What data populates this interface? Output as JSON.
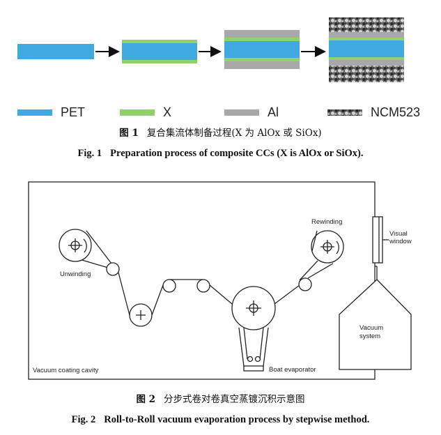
{
  "colors": {
    "pet": "#3fa9e0",
    "x_layer": "#8fd16a",
    "al": "#a8a8a8",
    "ncm_dark": "#3a3a3a",
    "line": "#222222"
  },
  "fig1": {
    "legend": [
      {
        "key": "pet",
        "label": "PET",
        "pattern": "solid-blue"
      },
      {
        "key": "x",
        "label": "X",
        "pattern": "solid-green"
      },
      {
        "key": "al",
        "label": "Al",
        "pattern": "solid-gray"
      },
      {
        "key": "ncm",
        "label": "NCM523",
        "pattern": "granular-texture"
      }
    ],
    "caption_cn_num": "图 1",
    "caption_cn_text": "复合集流体制备过程(X 为 AlOx 或 SiOx)",
    "caption_en_num": "Fig. 1",
    "caption_en_text": "Preparation process of composite CCs (X is AlOx or SiOx)."
  },
  "fig2": {
    "labels": {
      "rewinding": "Rewinding",
      "unwinding": "Unwinding",
      "visual_window": [
        "Visual",
        "window"
      ],
      "vacuum_system": [
        "Vacuum",
        "system"
      ],
      "cavity": "Vacuum coating cavity",
      "boat": "Boat evaporator"
    },
    "caption_cn_num": "图 2",
    "caption_cn_text": "分步式卷对卷真空蒸镀沉积示意图",
    "caption_en_num": "Fig. 2",
    "caption_en_text": "Roll-to-Roll vacuum evaporation process by stepwise method."
  }
}
